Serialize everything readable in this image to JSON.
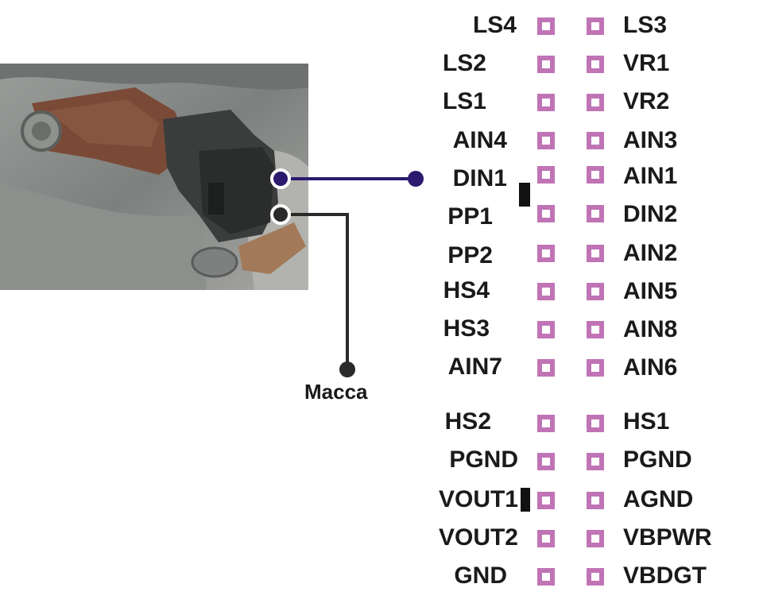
{
  "connector": {
    "left_pins": [
      "LS4",
      "LS2",
      "LS1",
      "AIN4",
      "DIN1",
      "PP1",
      "PP2",
      "HS4",
      "HS3",
      "AIN7",
      "HS2",
      "PGND",
      "VOUT1",
      "VOUT2",
      "GND"
    ],
    "right_pins": [
      "LS3",
      "VR1",
      "VR2",
      "AIN3",
      "AIN1",
      "DIN2",
      "AIN2",
      "AIN5",
      "AIN8",
      "AIN6",
      "HS1",
      "PGND",
      "AGND",
      "VBPWR",
      "VBDGT"
    ]
  },
  "ground_label": "Macca",
  "colors": {
    "pad": "#c074b6",
    "signal_wire": "#2b1a6e",
    "ground_wire": "#2a2a2a",
    "text": "#1a1a1a"
  },
  "icons": {
    "sensor_photo": "sensor-connector-photo"
  }
}
